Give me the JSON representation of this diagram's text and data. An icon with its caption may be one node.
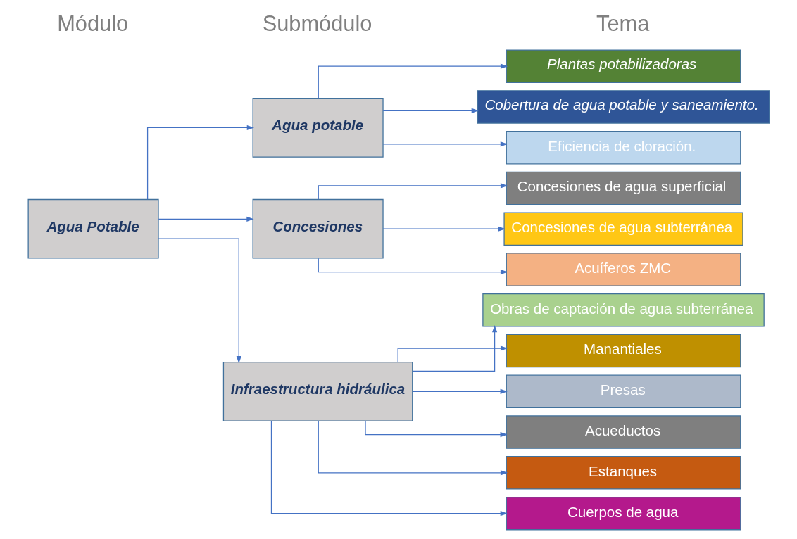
{
  "diagram": {
    "nodes": [
      {
        "text": [
          "Agua Potable"
        ]
      },
      {
        "text": [
          "Agua potable"
        ]
      },
      {
        "text": [
          "Concesiones"
        ]
      },
      {
        "text": [
          "Infraestructura hidráulica"
        ]
      },
      {
        "text": [
          "Plantas potabilizadoras"
        ]
      },
      {
        "text": [
          "Cobertura de agua potable y saneamiento."
        ]
      },
      {
        "text": [
          "Eficiencia de cloración."
        ]
      },
      {
        "text": [
          "Concesiones de agua superficial"
        ]
      },
      {
        "text": [
          "Concesiones de agua subterránea"
        ]
      },
      {
        "text": [
          "Acuíferos ZMC"
        ]
      },
      {
        "text": [
          "Obras de captación de agua subterránea"
        ]
      },
      {
        "text": [
          "Manantiales"
        ]
      },
      {
        "text": [
          "Presas"
        ]
      },
      {
        "text": [
          "Acueductos"
        ]
      },
      {
        "text": [
          "Estanques"
        ]
      },
      {
        "text": [
          "Cuerpos de agua"
        ]
      }
    ],
    "edges": [
      {
        "from": 0,
        "to": 1,
        "arrow": "to"
      },
      {
        "from": 0,
        "to": 2,
        "arrow": "to"
      },
      {
        "from": 0,
        "to": 3,
        "arrow": "to"
      },
      {
        "from": 1,
        "to": 4,
        "arrow": "to"
      },
      {
        "from": 1,
        "to": 5,
        "arrow": "to"
      },
      {
        "from": 1,
        "to": 6,
        "arrow": "to"
      },
      {
        "from": 2,
        "to": 7,
        "arrow": "to"
      },
      {
        "from": 2,
        "to": 8,
        "arrow": "to"
      },
      {
        "from": 2,
        "to": 9,
        "arrow": "to"
      },
      {
        "from": 3,
        "to": 10,
        "arrow": "to"
      },
      {
        "from": 3,
        "to": 11,
        "arrow": "to"
      },
      {
        "from": 3,
        "to": 12,
        "arrow": "to"
      },
      {
        "from": 3,
        "to": 13,
        "arrow": "to"
      },
      {
        "from": 3,
        "to": 14,
        "arrow": "to"
      },
      {
        "from": 3,
        "to": 15,
        "arrow": "to"
      }
    ],
    "labels": [
      "Módulo",
      "Submódulo",
      "Tema"
    ]
  }
}
